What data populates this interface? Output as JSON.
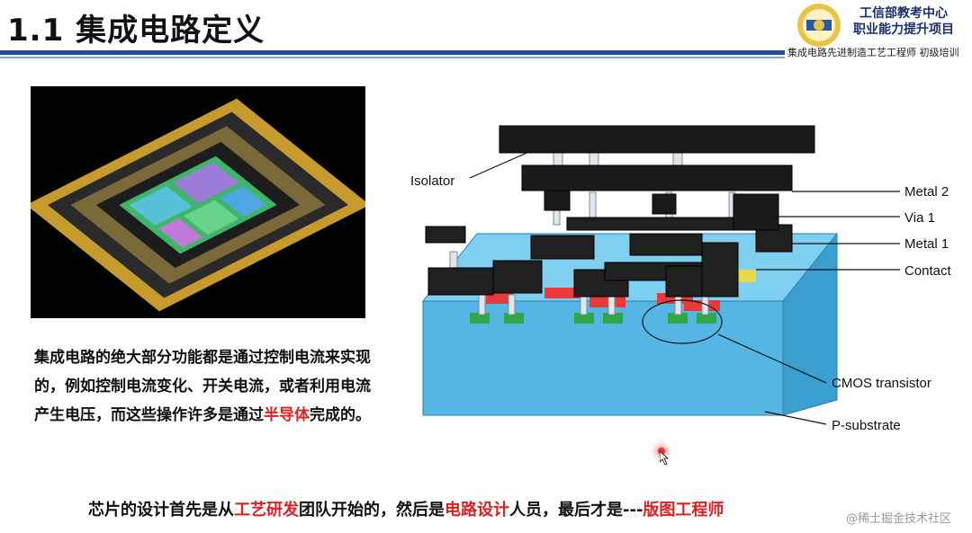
{
  "header": {
    "title": "1.1 集成电路定义",
    "org_line1": "工信部教考中心",
    "org_line2": "职业能力提升项目",
    "course": "集成电路先进制造工艺工程师 初级培训"
  },
  "paragraph": {
    "part1": "集成电路的绝大部分功能都是通过控制电流来实现的，例如控制电流变化、开关电流，或者利用电流产生电压，而这些操作许多是通过",
    "highlight": "半导体",
    "part2": "完成的。"
  },
  "diagram": {
    "labels": {
      "isolator": "Isolator",
      "metal2": "Metal 2",
      "via1": "Via 1",
      "metal1": "Metal 1",
      "contact": "Contact",
      "cmos": "CMOS transistor",
      "substrate": "P-substrate"
    }
  },
  "bottom": {
    "t1": "芯片的设计首先是从",
    "h1": "工艺研发",
    "t2": "团队开始的，然后是",
    "h2": "电路设计",
    "t3": "人员，最后才是---",
    "h3": "版图工程师"
  },
  "watermark": "@稀土掘金技术社区",
  "colors": {
    "accent_red": "#e02020",
    "title_bar": "#1f4e9c",
    "substrate": "#4fb8e6"
  }
}
